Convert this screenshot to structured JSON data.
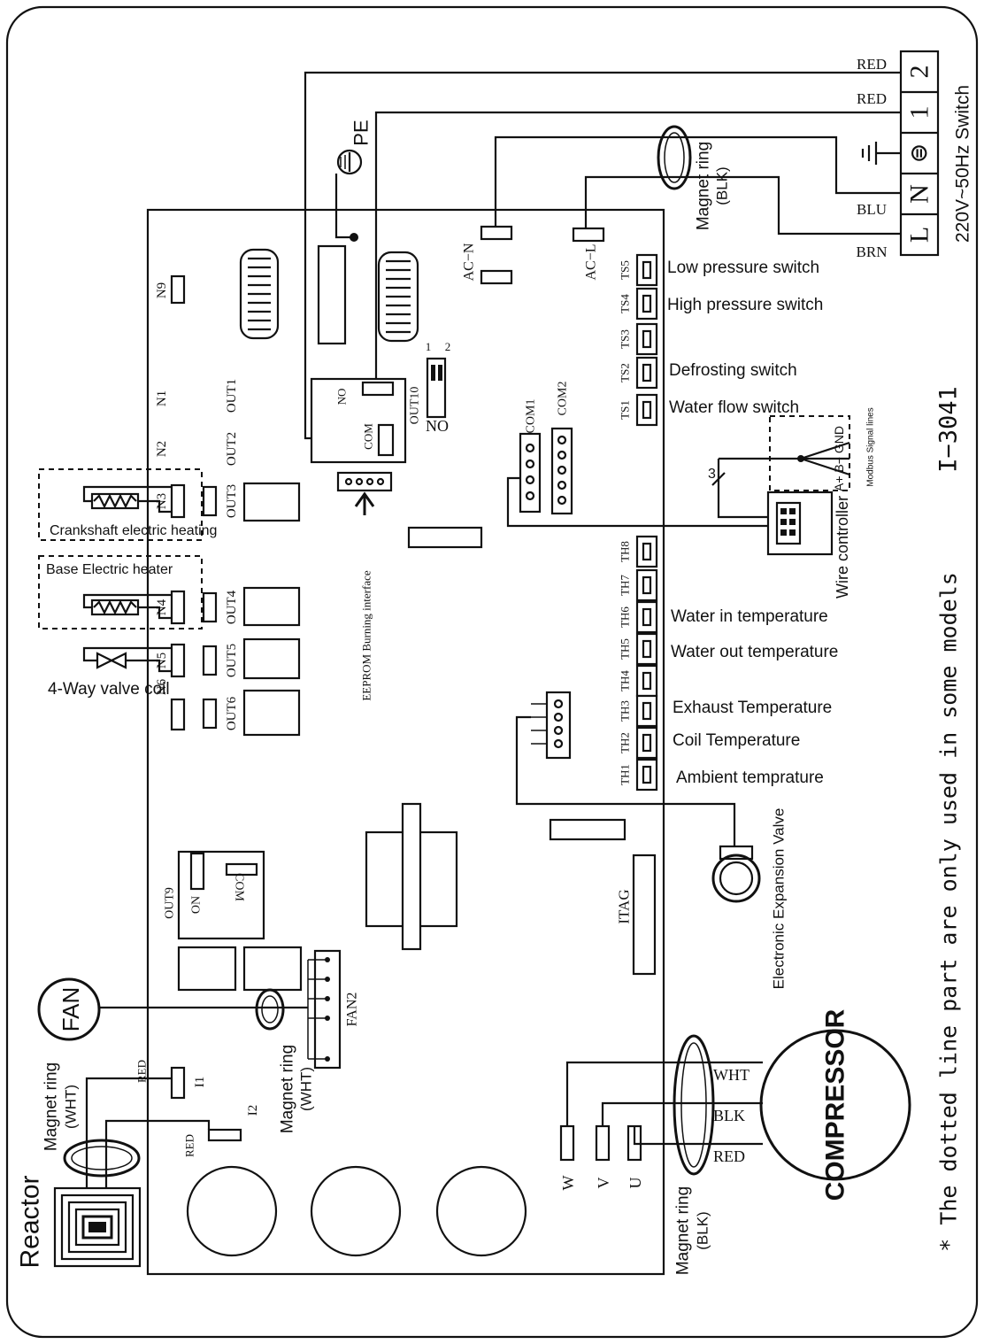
{
  "power": {
    "switch_label": "220V~50Hz Switch",
    "terminals": [
      "2",
      "1",
      "⊜",
      "N",
      "L"
    ],
    "wire_red_1": "RED",
    "wire_red_2": "RED",
    "wire_blu": "BLU",
    "wire_brn": "BRN",
    "ground_symbol": "⏚"
  },
  "pe": {
    "label": "PE",
    "symbol": "⏚"
  },
  "magnet_ring_top": {
    "label": "Magnet ring",
    "sub": "(BLK)"
  },
  "ac": {
    "n": "AC−N",
    "l": "AC−L"
  },
  "switches": {
    "ids": [
      "TS5",
      "TS4",
      "TS3",
      "TS2",
      "TS1"
    ],
    "low": "Low pressure switch",
    "high": "High pressure switch",
    "defrost": "Defrosting switch",
    "flow": "Water flow switch"
  },
  "outputs": {
    "n9": "N9",
    "n1": "N1",
    "out1": "OUT1",
    "n2": "N2",
    "out2": "OUT2",
    "n3": "N3",
    "out3": "OUT3",
    "n4": "N4",
    "out4": "OUT4",
    "n5": "N5",
    "out5": "OUT5",
    "n6": "N6",
    "out6": "OUT6",
    "out10": "OUT10",
    "no": "NO",
    "relay_no": "NO",
    "relay_com": "COM",
    "dip_1": "1",
    "dip_2": "2"
  },
  "loads": {
    "crankshaft": "Crankshaft electric heating",
    "base": "Base Electric heater",
    "valve": "4-Way valve coil"
  },
  "ports": {
    "com1": "COM1",
    "com2": "COM2",
    "eeprom": "EEPROM Burning interface"
  },
  "controller": {
    "label": "Wire controller",
    "modbus": "Modbus Signal lines",
    "signals": "A+  B−  GND",
    "wire_count": "3"
  },
  "sensors": {
    "ids": [
      "TH8",
      "TH7",
      "TH6",
      "TH5",
      "TH4",
      "TH3",
      "TH2",
      "TH1"
    ],
    "water_in": "Water in temperature",
    "water_out": "Water out temperature",
    "exhaust": "Exhaust Temperature",
    "coil": "Coil Temperature",
    "ambient": "Ambient temprature"
  },
  "eev": {
    "label": "Electronic Expansion Valve"
  },
  "model": {
    "code": "I−3041"
  },
  "note": {
    "text": "* The dotted line part are only used in some models"
  },
  "board": {
    "out9": "OUT9",
    "on": "ON",
    "com": "COM",
    "itag": "ITAG",
    "fan2": "FAN2",
    "i1": "I1",
    "i2": "I2",
    "red_1": "RED",
    "red_2": "RED",
    "w": "W",
    "v": "V",
    "u": "U"
  },
  "fan": {
    "label": "FAN",
    "ring": "Magnet ring",
    "ring_sub": "(WHT)"
  },
  "reactor": {
    "label": "Reactor",
    "ring": "Magnet ring",
    "ring_sub": "(WHT)"
  },
  "compressor": {
    "label": "COMPRESSOR",
    "wht": "WHT",
    "blk": "BLK",
    "red": "RED",
    "ring": "Magnet ring",
    "ring_sub": "(BLK)"
  }
}
